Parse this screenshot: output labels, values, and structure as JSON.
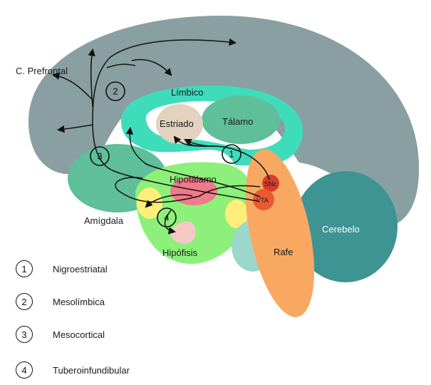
{
  "regions": {
    "prefrontal": "C. Prefrontal",
    "limbico": "Límbico",
    "estriado": "Estriado",
    "talamo": "Tálamo",
    "hipotalamo": "Hipotálamo",
    "amigdala": "Amígdala",
    "hipofisis": "Hipófisis",
    "rafe": "Rafe",
    "cerebelo": "Cerebelo",
    "snc": "SNc",
    "vta": "VTA"
  },
  "pathway_numbers": [
    "1",
    "2",
    "3",
    "4"
  ],
  "legend": [
    {
      "number": "1",
      "label": "Nigroestriatal"
    },
    {
      "number": "2",
      "label": "Mesolímbica"
    },
    {
      "number": "3",
      "label": "Mesocortical"
    },
    {
      "number": "4",
      "label": "Tuberoinfundibular"
    }
  ],
  "colors": {
    "cortex": "#899fa1",
    "limbic": "#3fdcbc",
    "thalamus": "#5fbf9a",
    "striatum": "#e3d2bf",
    "amygdala": "#5fbf9a",
    "hypothalamus_zone": "#8cf07a",
    "hypothalamus": "#f07a8a",
    "raphe": "#f9a862",
    "cerebellum": "#3e9393",
    "snc": "#d63d2b",
    "vta": "#ec5a32",
    "pituitary": "#f4c9c4"
  }
}
